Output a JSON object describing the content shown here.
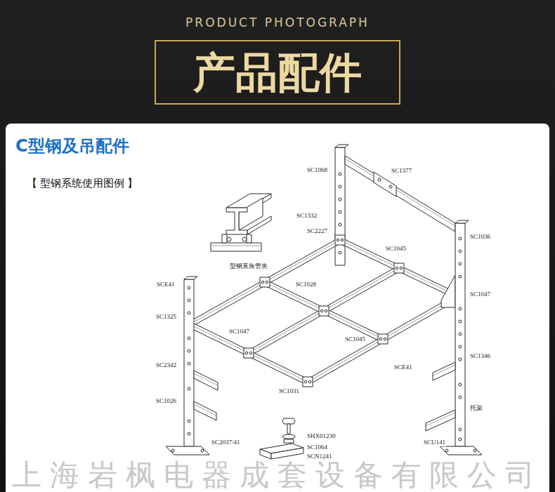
{
  "diagram": {
    "title": "PRODUCT PHOTOGRAPH",
    "nodes": [
      {
        "text": [
          "产品配件"
        ]
      },
      {
        "text": [
          "C型钢及吊配件",
          "【 型钢系统使用图例 】"
        ]
      }
    ],
    "labels": [
      "SC1068",
      "SC1377",
      "SC1332",
      "SC2227",
      "SC1036",
      "SC1045",
      "型钢直角管夹",
      "SCE41",
      "SC1028",
      "SC1047",
      "SC1325",
      "SC1047",
      "SC1045",
      "SC1346",
      "SC2342",
      "SCE41",
      "SC1031",
      "SC1026",
      "托架",
      "SHX01230",
      "SC1064",
      "SCN1241",
      "SCU141",
      "SC2037/41",
      "上海岩枫电器成套设备有限公司"
    ]
  }
}
